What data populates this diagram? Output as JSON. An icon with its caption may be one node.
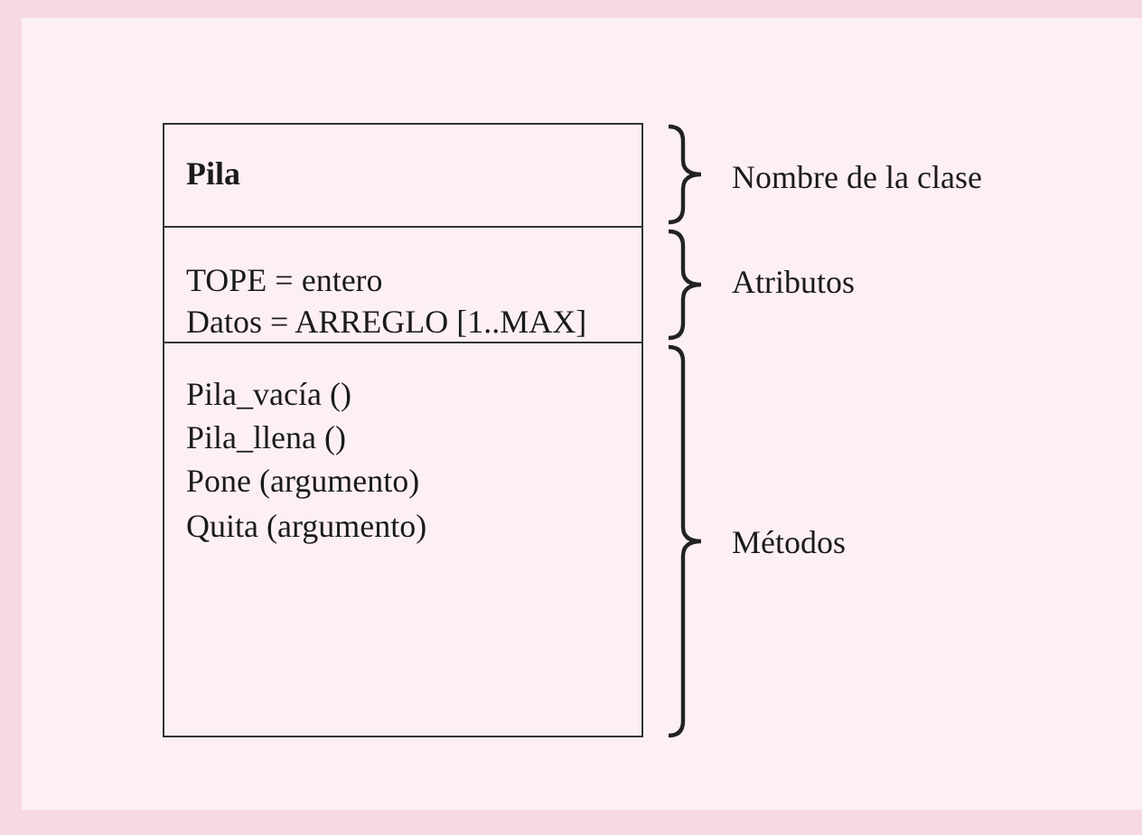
{
  "diagram": {
    "nodes": [
      {
        "text": [
          "Pila"
        ],
        "beside": [
          "Nombre de la clase"
        ]
      },
      {
        "text": [
          "TOPE = entero",
          "Datos = ARREGLO [1..MAX]"
        ],
        "beside": [
          "Atributos"
        ]
      },
      {
        "text": [
          "Pila_vacía ()",
          "Pila_llena ()",
          "Pone (argumento)",
          "Quita (argumento)"
        ],
        "beside": [
          "Métodos"
        ]
      }
    ]
  }
}
